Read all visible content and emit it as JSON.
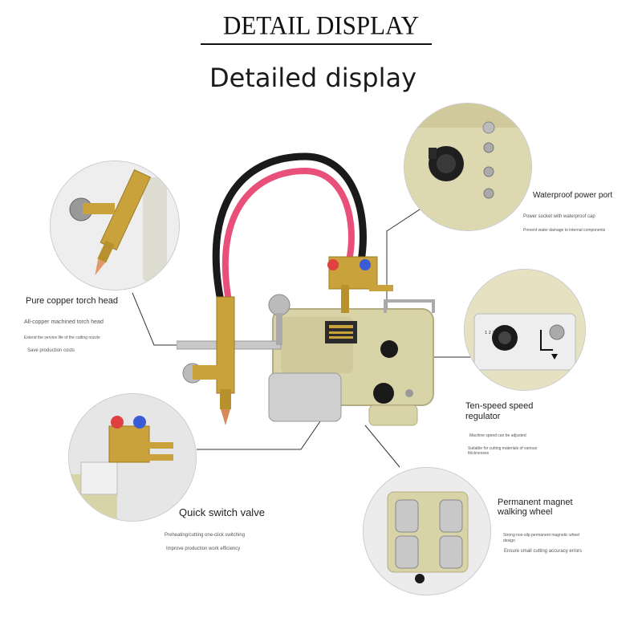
{
  "header": {
    "title": "DETAIL DISPLAY",
    "subtitle": "Detailed display"
  },
  "callouts": {
    "torch": {
      "label": "Pure copper torch head",
      "line1": "All-copper machined torch head",
      "line2": "Extend the service life of the cutting nozzle",
      "line3": "Save production costs"
    },
    "power": {
      "label": "Waterproof power port",
      "line1": "Power socket with waterproof cap",
      "line2": "Prevent water damage to internal components"
    },
    "speed": {
      "label_line1": "Ten-speed speed",
      "label_line2": "regulator",
      "line1": "Machine speed can be adjusted",
      "line2": "Suitable for cutting materials of various",
      "line3": "thicknesses"
    },
    "valve": {
      "label": "Quick switch valve",
      "line1": "Preheating/cutting one-click switching",
      "line2": "Improve production work efficiency"
    },
    "wheel": {
      "label_line1": "Permanent magnet",
      "label_line2": "walking wheel",
      "line1": "Strong non-slip permanent magnetic wheel",
      "line2": "design",
      "line3": "Ensure small cutting accuracy errors"
    }
  },
  "colors": {
    "body": "#d9d3a8",
    "hose_black": "#1a1a1a",
    "hose_red": "#e8507a",
    "brass": "#c9a23c"
  }
}
